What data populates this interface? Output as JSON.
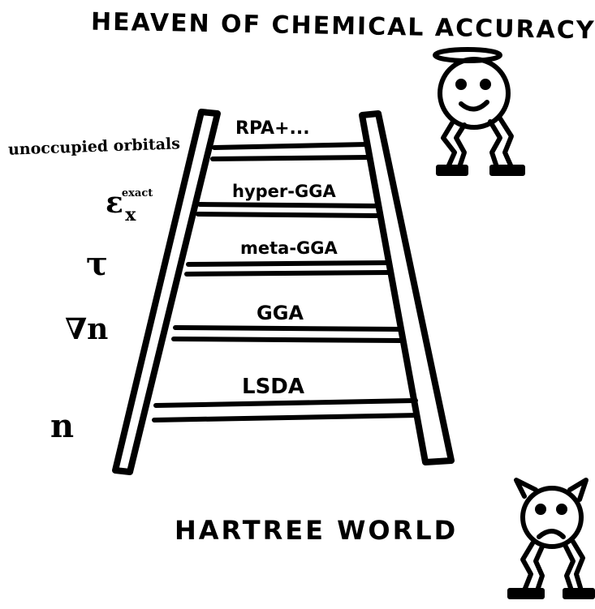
{
  "title_top": "HEAVEN OF CHEMICAL ACCURACY",
  "title_bottom": "HARTREE WORLD",
  "rungs": [
    {
      "label": "RPA+...",
      "ingredient": "unoccupied orbitals"
    },
    {
      "label": "hyper-GGA",
      "ingredient": "ε_x^exact"
    },
    {
      "label": "meta-GGA",
      "ingredient": "τ"
    },
    {
      "label": "GGA",
      "ingredient": "∇n"
    },
    {
      "label": "LSDA",
      "ingredient": "n"
    }
  ],
  "ingredient_eps": {
    "base": "ε",
    "sup": "exact",
    "sub": "x"
  },
  "characters": {
    "top_right": "halo-smiley-face",
    "bottom_right": "horned-frowning-face"
  },
  "colors": {
    "ink": "#000000",
    "background": "#ffffff"
  }
}
